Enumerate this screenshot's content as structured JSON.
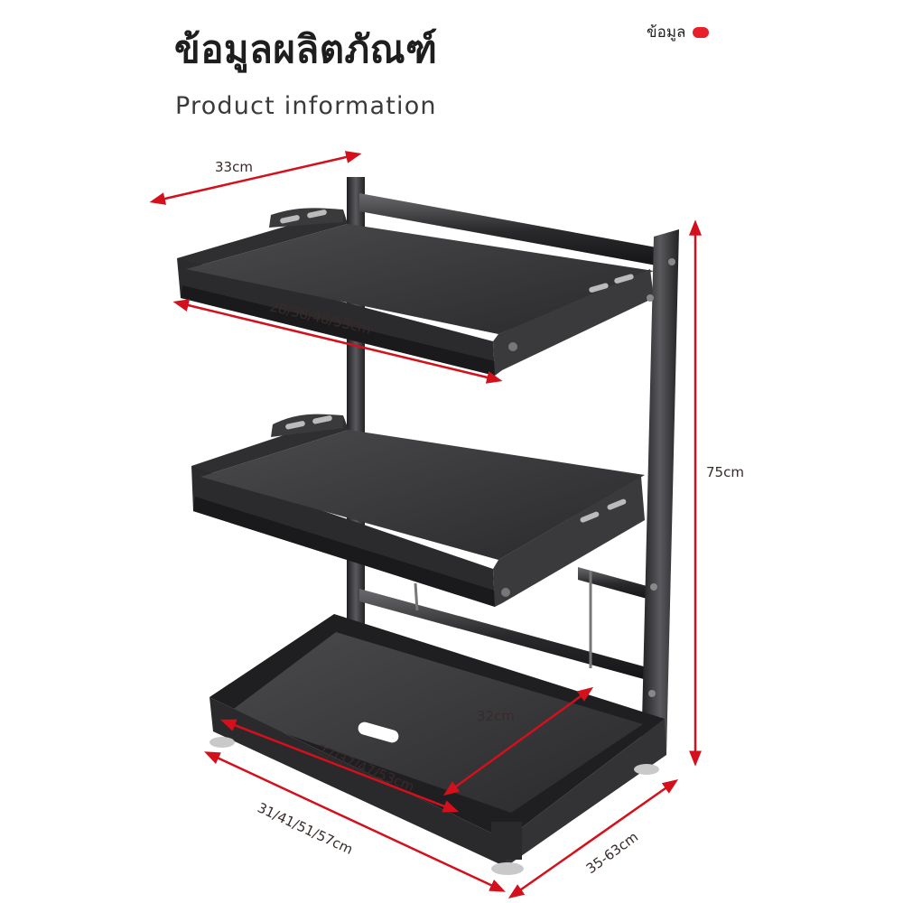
{
  "header": {
    "title_th": "ข้อมูลผลิตภัณฑ์",
    "title_en": "Product information",
    "badge_label": "ข้อมูล"
  },
  "dimensions": {
    "top_depth": "33cm",
    "top_width": "28/38/48/53cm",
    "height": "75cm",
    "base_depth": "32cm",
    "base_inner_width": "27/37/47/53cm",
    "base_outer_width": "31/41/51/57cm",
    "base_side": "35-63cm"
  },
  "colors": {
    "accent": "#e8202a",
    "dimension_line": "#d4101c",
    "metal": "#3c3c3e"
  },
  "icons": {
    "badge_dot": "red-dot-icon"
  }
}
